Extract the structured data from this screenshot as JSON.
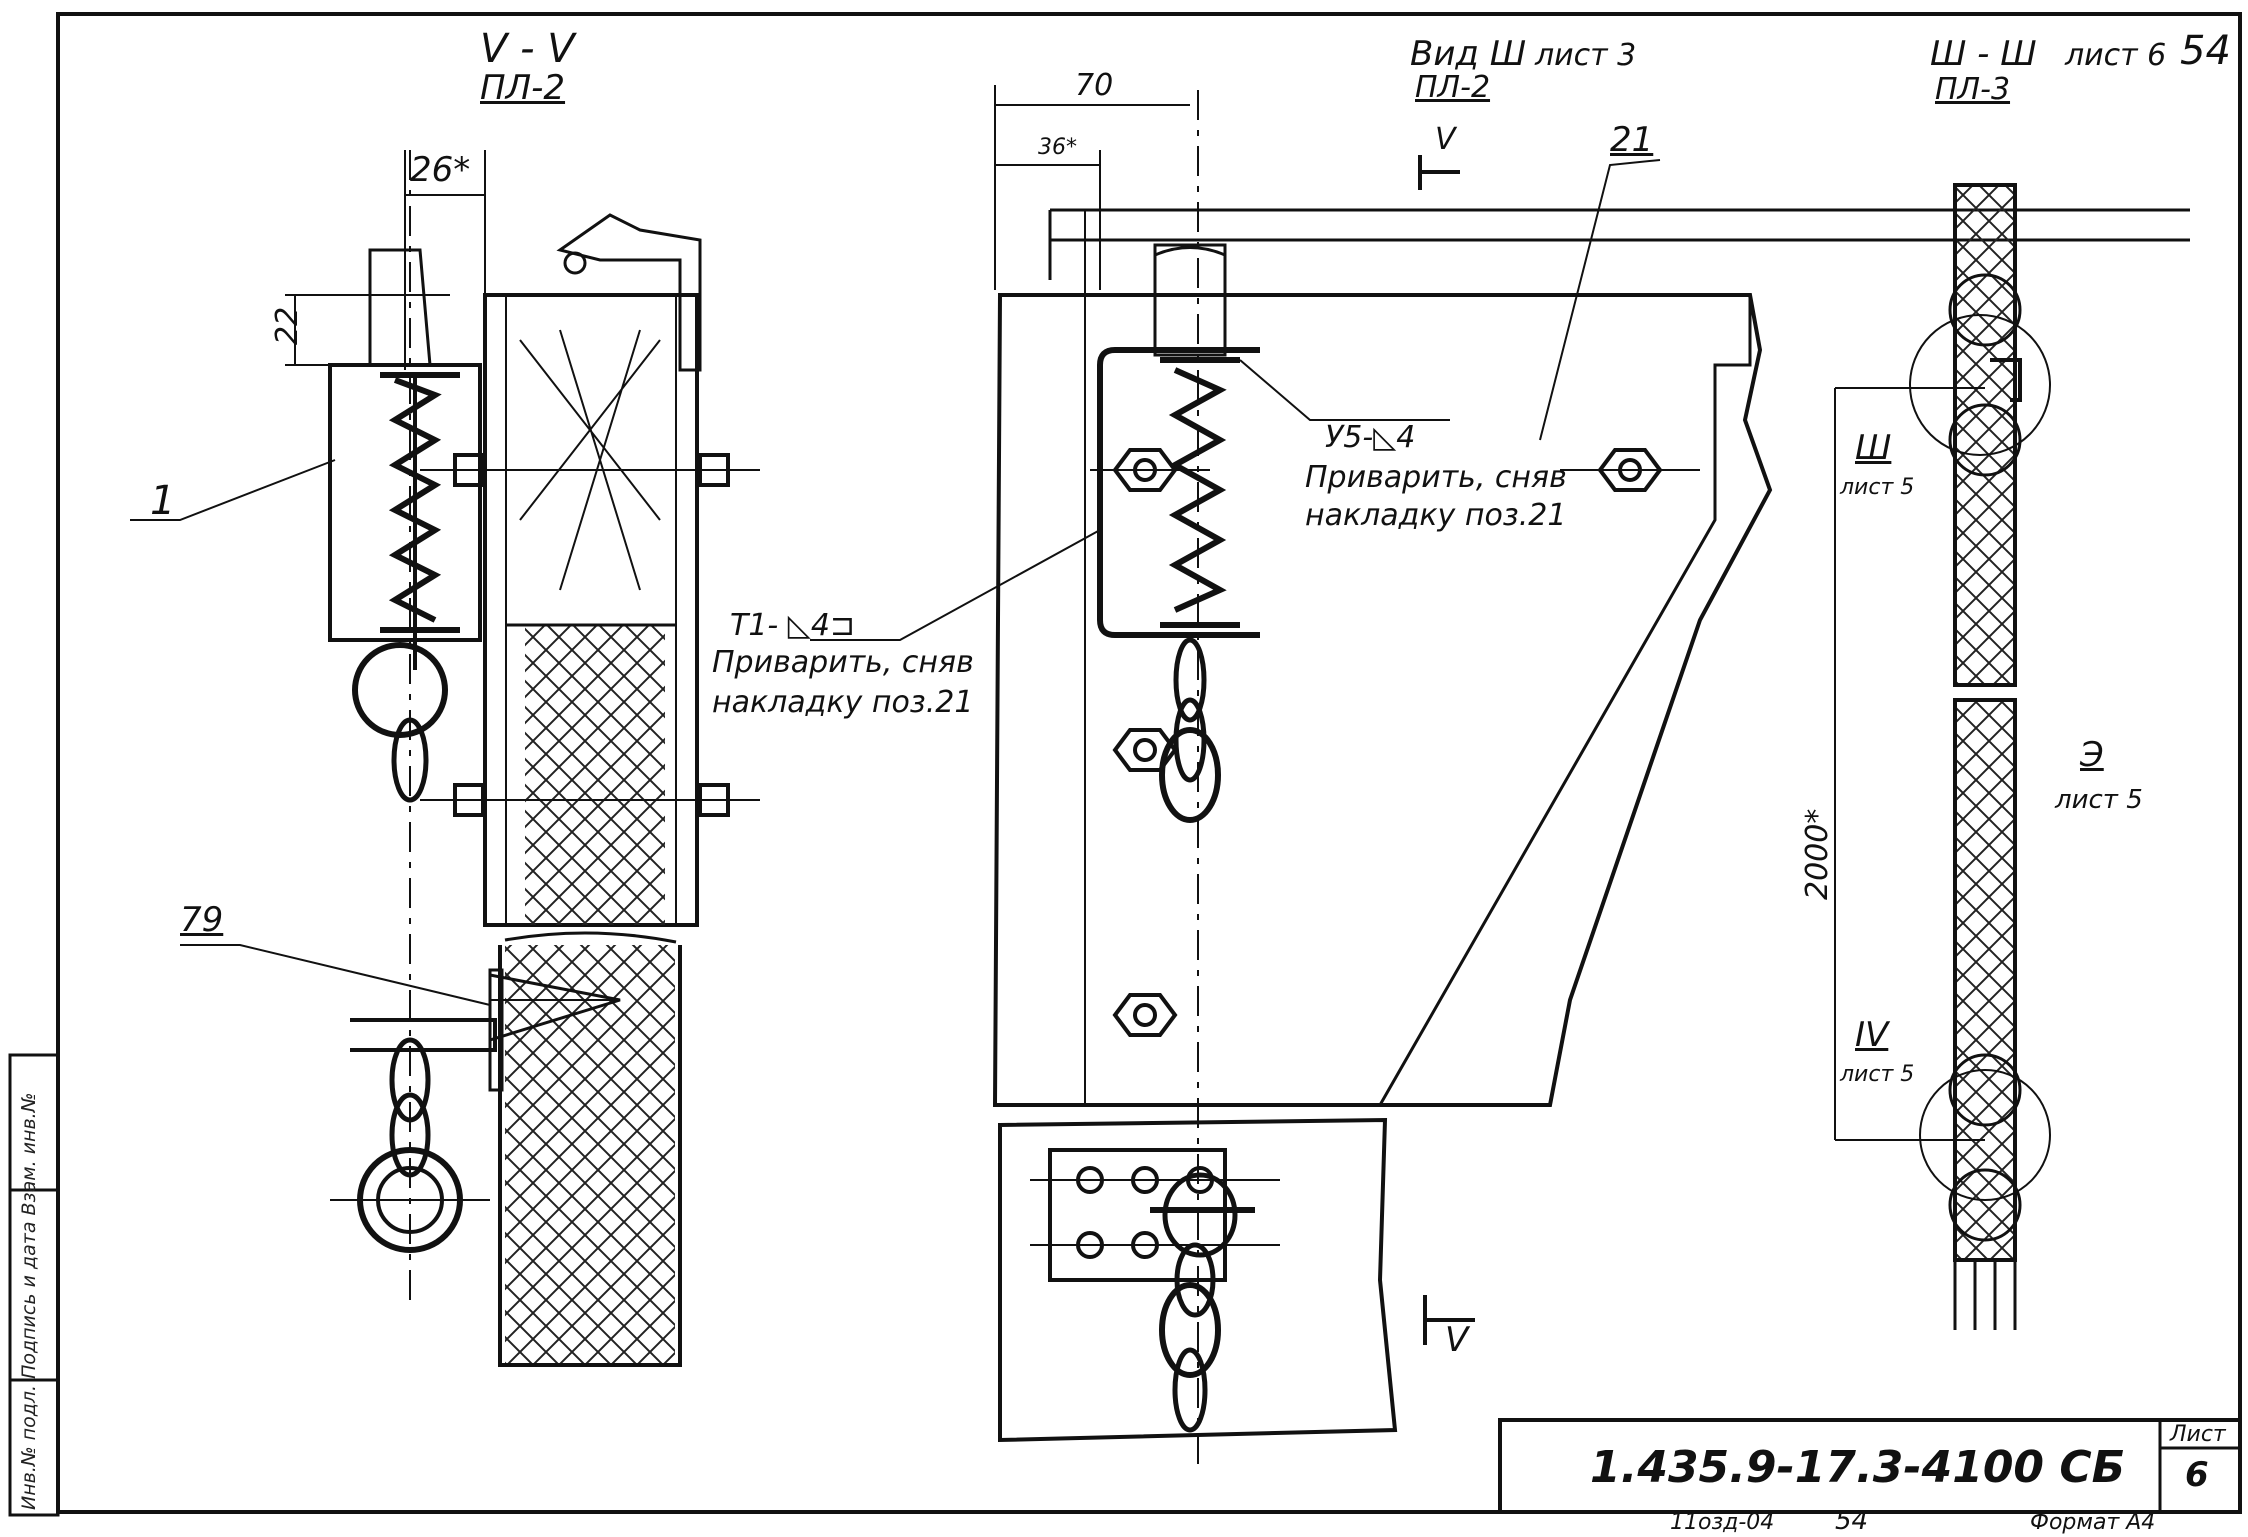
{
  "sheet": {
    "code": "1.435.9-17.3-4100 СБ",
    "sheet_label": "Лист",
    "sheet_no": "6",
    "footer_inv": "11озд-04",
    "footer_page": "54",
    "footer_format": "Формат А4",
    "side_stamp": "Инв.№ подл. Подпись и дата Взам. инв.№"
  },
  "views": {
    "v1_top": "V - V",
    "v1_bottom": "ПЛ-2",
    "v2_top": "Вид Ш",
    "v2_bottom": "ПЛ-2",
    "v2_ref": "лист 3",
    "v3_top": "Ш - Ш",
    "v3_bottom": "ПЛ-3",
    "v3_ref": "лист 6",
    "page_corner": "54"
  },
  "dims": {
    "d26": "26*",
    "d22": "22",
    "d70": "70",
    "d36": "36*",
    "d2000": "2000*"
  },
  "labels": {
    "pos1": "1",
    "pos79": "79",
    "pos21": "21",
    "cut_top": "V",
    "cut_bottom": "V",
    "weld1_sym": "Т1- ◺4⊐",
    "weld1_l1": "Приварить, сняв",
    "weld1_l2": "накладку поз.21",
    "weld2_sym": "У5-◺4",
    "weld2_l1": "Приварить, сняв",
    "weld2_l2": "накладку поз.21",
    "node3_top": "Ш",
    "node3_bottom": "лист 5",
    "node4_top": "IV",
    "node4_bottom": "лист 5",
    "node_e_top": "Э",
    "node_e_bottom": "лист 5"
  }
}
